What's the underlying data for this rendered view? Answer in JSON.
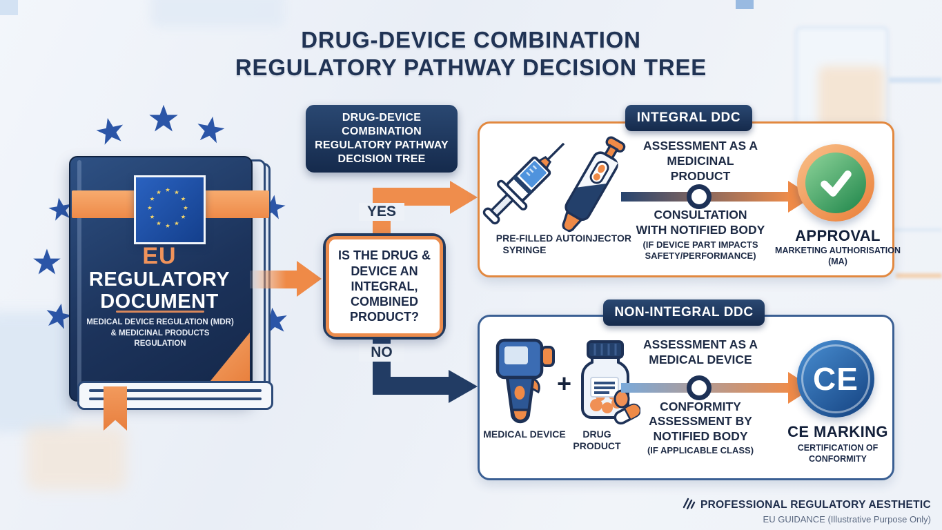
{
  "title": {
    "line1": "DRUG-DEVICE COMBINATION",
    "line2": "REGULATORY PATHWAY DECISION TREE"
  },
  "book": {
    "eu_label": "EU",
    "title": "REGULATORY DOCUMENT",
    "subtitle": "MEDICAL DEVICE REGULATION (MDR) & MEDICINAL PRODUCTS REGULATION"
  },
  "flow": {
    "root_box": "DRUG-DEVICE COMBINATION REGULATORY PATHWAY DECISION TREE",
    "yes_label": "YES",
    "no_label": "NO",
    "question": "IS THE DRUG & DEVICE AN INTEGRAL, COMBINED PRODUCT?"
  },
  "integral": {
    "header": "INTEGRAL DDC",
    "syringe_label": "PRE-FILLED SYRINGE",
    "autoinjector_label": "AUTOINJECTOR",
    "assessment": "ASSESSMENT AS A MEDICINAL PRODUCT",
    "consultation_line1": "CONSULTATION",
    "consultation_line2": "WITH NOTIFIED BODY",
    "consultation_note": "(IF DEVICE PART IMPACTS SAFETY/PERFORMANCE)",
    "outcome_title": "APPROVAL",
    "outcome_subtitle": "MARKETING AUTHORISATION (MA)"
  },
  "nonintegral": {
    "header": "NON-INTEGRAL DDC",
    "device_label": "MEDICAL DEVICE",
    "plus_sign": "+",
    "drug_label": "DRUG PRODUCT",
    "assessment": "ASSESSMENT AS A MEDICAL DEVICE",
    "conformity": "CONFORMITY ASSESSMENT BY NOTIFIED BODY",
    "conformity_note": "(IF APPLICABLE CLASS)",
    "ce_mark": "CE",
    "outcome_title": "CE MARKING",
    "outcome_subtitle": "CERTIFICATION OF CONFORMITY"
  },
  "footer": {
    "line1": "PROFESSIONAL REGULATORY AESTHETIC",
    "line2": "EU GUIDANCE (Illustrative Purpose Only)"
  },
  "colors": {
    "navy": "#1d3156",
    "orange": "#ef8a47",
    "blue": "#2f6fb5",
    "green": "#3f9c5e",
    "light_bg": "#eef2f8"
  }
}
